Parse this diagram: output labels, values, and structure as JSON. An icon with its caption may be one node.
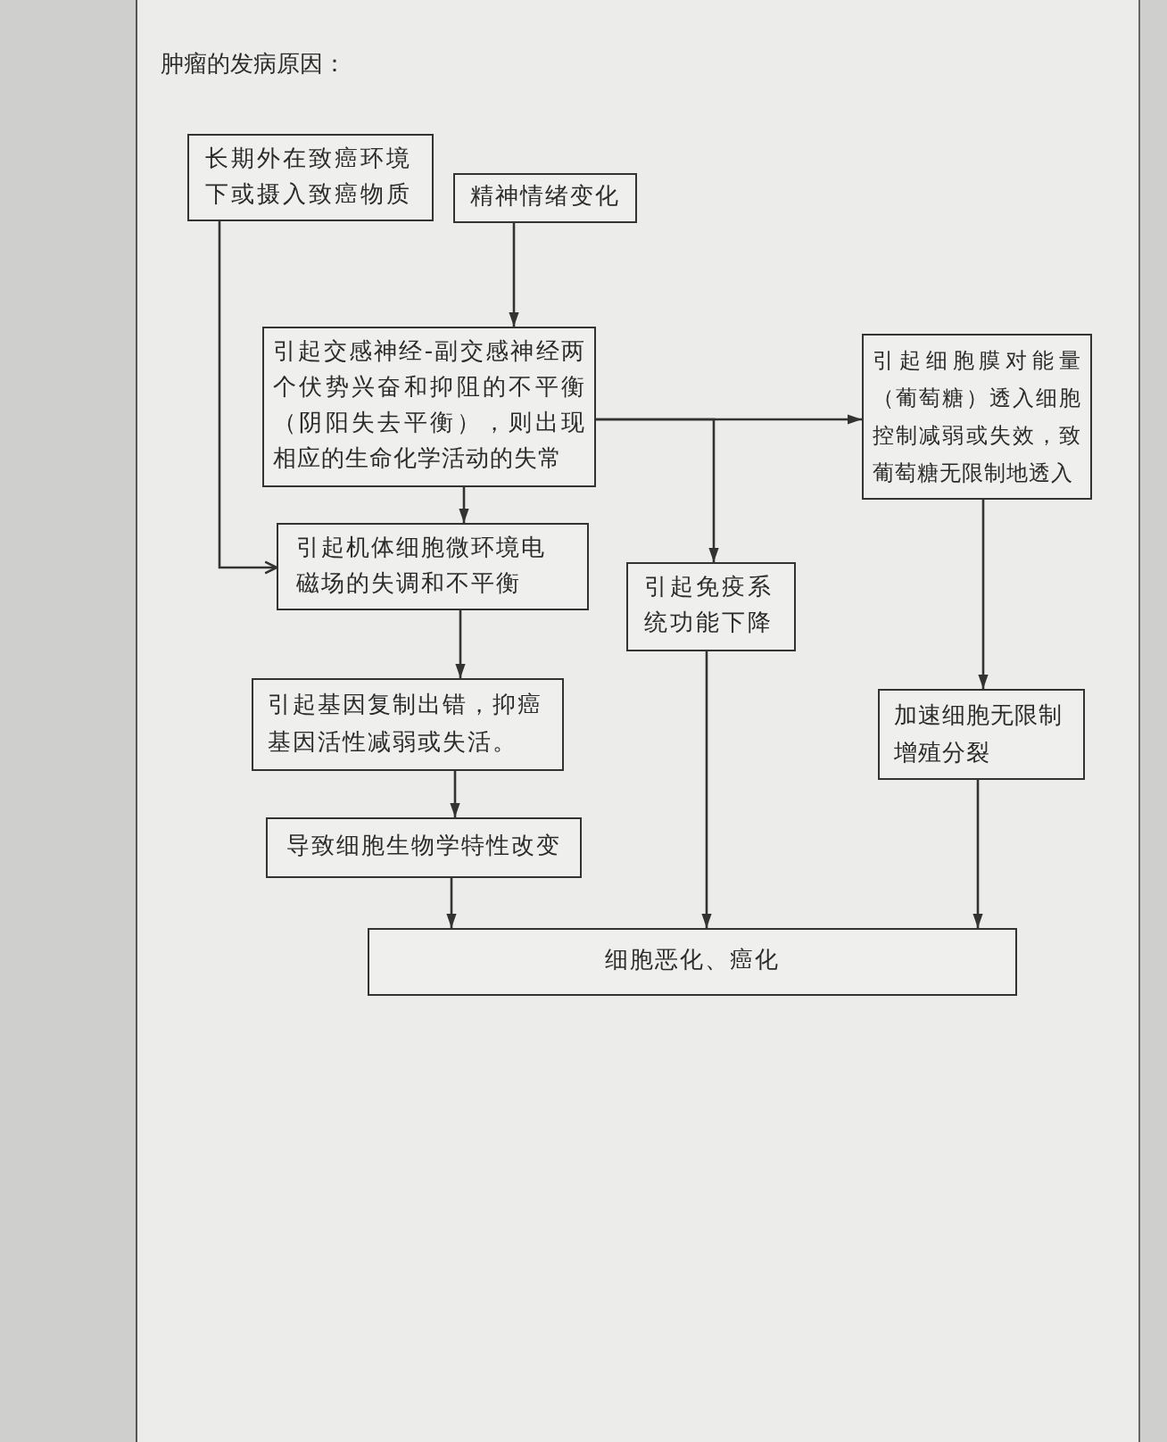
{
  "diagram": {
    "title": "肿瘤的发病原因：",
    "nodes": [
      {
        "text": [
          "长期外在致癌环境下或摄入致癌物质"
        ]
      },
      {
        "text": [
          "精神情绪变化"
        ]
      },
      {
        "text": [
          "引起交感神经-副交感神经两个伏势兴奋和抑阻的不平衡（阴阳失去平衡），则出现相应的生命化学活动的失常"
        ]
      },
      {
        "text": [
          "引起细胞膜对能量（葡萄糖）透入细胞控制减弱或失效，致葡萄糖无限制地透入"
        ]
      },
      {
        "text": [
          "引起机体细胞微环境电磁场的失调和不平衡"
        ]
      },
      {
        "text": [
          "引起免疫系统功能下降"
        ]
      },
      {
        "text": [
          "引起基因复制出错，抑癌基因活性减弱或失活。"
        ]
      },
      {
        "text": [
          "加速细胞无限制增殖分裂"
        ]
      },
      {
        "text": [
          "导致细胞生物学特性改变"
        ]
      },
      {
        "text": [
          "细胞恶化、癌化"
        ]
      }
    ],
    "edges": [
      {
        "from": 0,
        "to": 4,
        "arrow": "to"
      },
      {
        "from": 1,
        "to": 2,
        "arrow": "to"
      },
      {
        "from": 2,
        "to": 3,
        "arrow": "to"
      },
      {
        "from": 2,
        "to": 5,
        "arrow": "to"
      },
      {
        "from": 2,
        "to": 4,
        "arrow": "to"
      },
      {
        "from": 4,
        "to": 6,
        "arrow": "to"
      },
      {
        "from": 3,
        "to": 7,
        "arrow": "to"
      },
      {
        "from": 6,
        "to": 8,
        "arrow": "to"
      },
      {
        "from": 8,
        "to": 9,
        "arrow": "to"
      },
      {
        "from": 5,
        "to": 9,
        "arrow": "to"
      },
      {
        "from": 7,
        "to": 9,
        "arrow": "to"
      }
    ]
  }
}
